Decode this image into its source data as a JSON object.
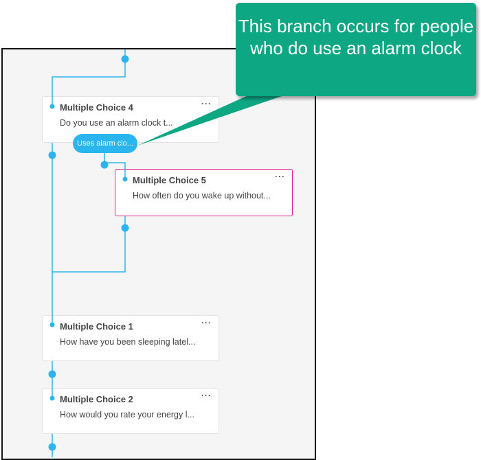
{
  "callout": {
    "text": "This branch occurs for people who do use an alarm clock",
    "color": "#0ea784"
  },
  "colors": {
    "connector": "#2bb5ef",
    "selected_border": "#e0208a",
    "canvas_bg": "#f5f5f5"
  },
  "nodes": [
    {
      "title": "Multiple Choice 4",
      "question": "Do you use an alarm clock t...",
      "menu": "···"
    },
    {
      "title": "Multiple Choice 5",
      "question": "How often do you wake up without...",
      "menu": "···"
    },
    {
      "title": "Multiple Choice 1",
      "question": "How have you been sleeping latel...",
      "menu": "···"
    },
    {
      "title": "Multiple Choice 2",
      "question": "How would you rate your energy l...",
      "menu": "···"
    }
  ],
  "branch_pill": {
    "label": "Uses alarm clo..."
  }
}
